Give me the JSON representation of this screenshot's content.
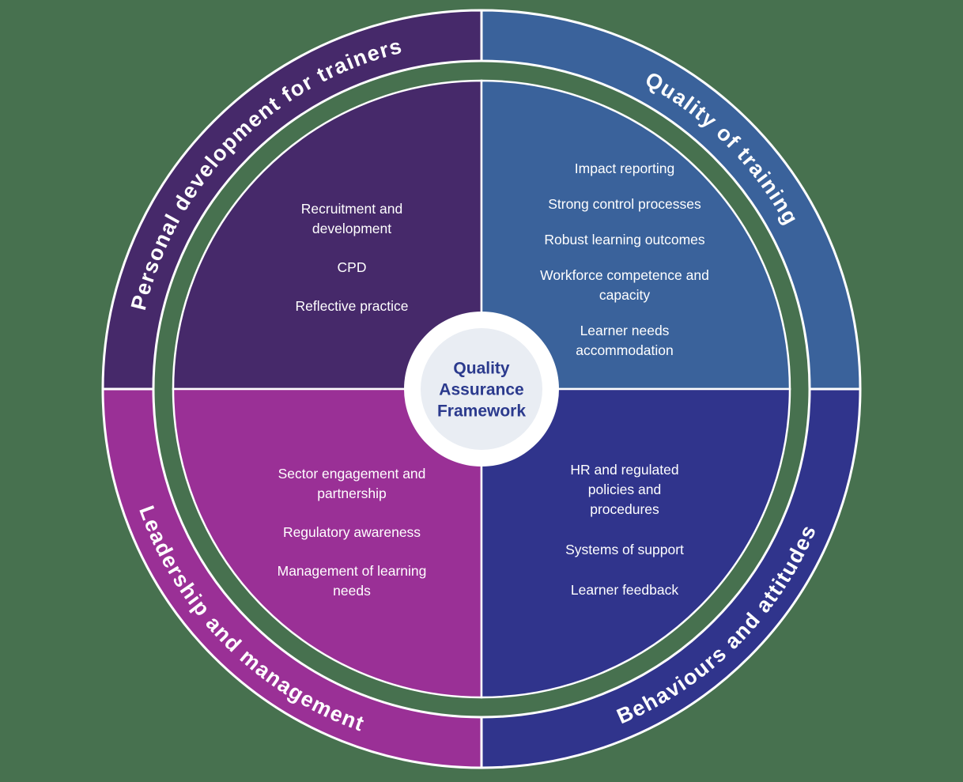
{
  "background_color": "#47714F",
  "diagram_title": "Quality Assurance Framework",
  "center": {
    "title": "Quality Assurance Framework",
    "disc_color": "#E9EDF3",
    "ring_color": "#FFFFFF",
    "text_color": "#2B3A8D"
  },
  "quadrants": [
    {
      "id": "personal-development-for-trainers",
      "position": "top-left",
      "ring_label": "Personal development for trainers",
      "color": "#46296A",
      "items": [
        "Recruitment and development",
        "CPD",
        "Reflective practice"
      ]
    },
    {
      "id": "quality-of-training",
      "position": "top-right",
      "ring_label": "Quality of training",
      "color": "#3A629B",
      "items": [
        "Impact reporting",
        "Strong control processes",
        "Robust learning outcomes",
        "Workforce competence and capacity",
        "Learner needs accommodation"
      ]
    },
    {
      "id": "leadership-and-management",
      "position": "bottom-left",
      "ring_label": "Leadership and management",
      "color": "#9A3096",
      "items": [
        "Sector engagement and partnership",
        "Regulatory awareness",
        "Management of learning needs"
      ]
    },
    {
      "id": "behaviours-and-attitudes",
      "position": "bottom-right",
      "ring_label": "Behaviours and attitudes",
      "color": "#30348C",
      "items": [
        "HR and regulated policies and procedures",
        "Systems of support",
        "Learner feedback"
      ]
    }
  ]
}
